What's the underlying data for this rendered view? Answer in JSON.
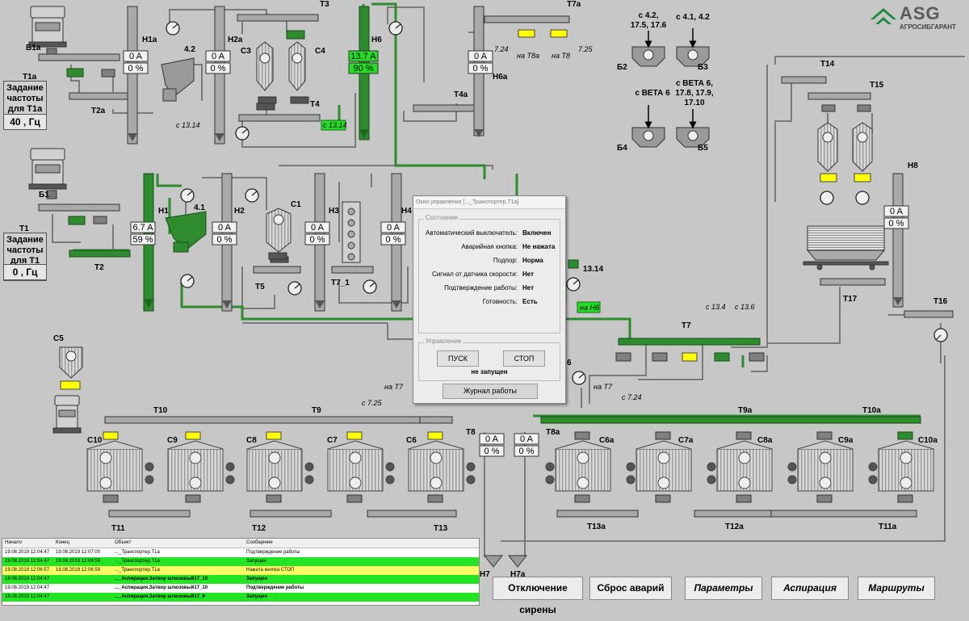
{
  "brand": {
    "name": "ASG",
    "sub": "АГРОСИБГАРАНТ"
  },
  "freq": [
    {
      "caption": "Задание частоты для Т1а",
      "value": "40 , Гц"
    },
    {
      "caption": "Задание частоты для Т1",
      "value": "0 , Гц"
    }
  ],
  "labels": {
    "b1a": "Б1а",
    "t1a": "Т1а",
    "t2a": "Т2а",
    "b1": "Б1",
    "t1": "Т1",
    "t2": "Т2",
    "h1a": "Н1а",
    "h2a": "Н2а",
    "c3": "С3",
    "c4": "С4",
    "t3": "Т3",
    "t4": "Т4",
    "h6": "Н6",
    "t7a": "Т7а",
    "t4a": "Т4а",
    "h6a": "Н6а",
    "n724": "7.24",
    "n725": "7.25",
    "naT8a": "на Т8а",
    "naT8": "на Т8",
    "h1": "Н1",
    "h2": "Н2",
    "c1": "С1",
    "h3": "Н3",
    "h4": "Н4",
    "t5": "Т5",
    "t71": "Т7_1",
    "b2": "Б2",
    "b3": "Б3",
    "b4": "Б4",
    "b5": "Б5",
    "src_b2": "с 4.2, 17.5, 17.6",
    "src_b3": "с 4.1, 4.2",
    "src_b4": "с ВЕТА 6",
    "src_b5": "с ВЕТА 6, 17.8, 17.9, 17.10",
    "n42": "4.2",
    "n41": "4.1",
    "n1314": "13.14",
    "s1314": "с 13.14",
    "s1314b": "с 13.14",
    "naH6": "на Н6",
    "t14": "Т14",
    "t15": "Т15",
    "h8": "Н8",
    "t17": "Т17",
    "t16": "Т16",
    "t7": "Т7",
    "s134": "с 13.4",
    "s136": "с 13.6",
    "c5": "С5",
    "t10": "Т10",
    "t9": "Т9",
    "t9a": "Т9а",
    "t10a": "Т10а",
    "t8": "Т8",
    "t8a": "Т8а",
    "s725": "с 7.25",
    "s724": "с 7.24",
    "naT7": "на Т7",
    "naT7b": "на Т7",
    "n6": "6",
    "c10": "С10",
    "c9": "С9",
    "c8": "С8",
    "c7": "С7",
    "c6": "С6",
    "c6a": "С6а",
    "c7a": "С7а",
    "c8a": "С8а",
    "c9a": "С9а",
    "c10a": "С10а",
    "t11": "Т11",
    "t12": "Т12",
    "t13": "Т13",
    "t13a": "Т13а",
    "t12a": "Т12а",
    "t11a": "Т11а",
    "h7": "Н7",
    "h7a": "Н7а"
  },
  "meters": {
    "h1a": {
      "a": "0 A",
      "p": "0 %"
    },
    "h2a": {
      "a": "0 A",
      "p": "0 %"
    },
    "h6": {
      "a": "13.7 A",
      "p": "90 %"
    },
    "h6a": {
      "a": "0 A",
      "p": "0 %"
    },
    "h1": {
      "a": "6.7 A",
      "p": "59 %"
    },
    "h2": {
      "a": "0 A",
      "p": "0 %"
    },
    "h3": {
      "a": "0 A",
      "p": "0 %"
    },
    "h4": {
      "a": "0 A",
      "p": "0 %"
    },
    "h8": {
      "a": "0 A",
      "p": "0 %"
    },
    "h7": {
      "a": "0 A",
      "p": "0 %"
    },
    "h7a": {
      "a": "0 A",
      "p": "0 %"
    }
  },
  "dialog": {
    "title": "Окно управления [..._Транспортер.Т1а]",
    "state_group": "Состояние",
    "rows": [
      {
        "k": "Автоматический выключатель:",
        "v": "Включен"
      },
      {
        "k": "Аварийная кнопка:",
        "v": "Не нажата"
      },
      {
        "k": "Подпор:",
        "v": "Норма"
      },
      {
        "k": "Сигнал от датчика скорости:",
        "v": "Нет"
      },
      {
        "k": "Подтверждение работы:",
        "v": "Нет"
      },
      {
        "k": "Готовность:",
        "v": "Есть"
      }
    ],
    "control_group": "Управление",
    "start": "ПУСК",
    "stop": "СТОП",
    "status": "не запущен",
    "journal": "Журнал работы"
  },
  "log": {
    "headers": [
      "Начало",
      "Конец",
      "Объект",
      "Сообщение"
    ],
    "rows": [
      {
        "c": "white",
        "cells": [
          "19.08.2019 12:04:47",
          "19.08.2019 12:07:00",
          "..._Транспортер.Т1а",
          "Подтверждение работы"
        ]
      },
      {
        "c": "green",
        "cells": [
          "19.08.2019 12:04:47",
          "19.08.2019 12:06:59",
          "..._Транспортер.Т1а",
          "Запущен"
        ]
      },
      {
        "c": "yellow",
        "cells": [
          "19.08.2019 12:06:57",
          "19.08.2019 12:06:59",
          "..._Транспортер.Т1а",
          "Нажата кнопка СТОП"
        ]
      },
      {
        "c": "green",
        "cells": [
          "19.08.2019 12:04:47",
          "",
          "..._Аспирация.Затвор шлюзовый17_10",
          "Запущен"
        ]
      },
      {
        "c": "white",
        "cells": [
          "19.08.2019 12:04:47",
          "",
          "..._Аспирация.Затвор шлюзовый17_10",
          "Подтверждение работы"
        ]
      },
      {
        "c": "green",
        "cells": [
          "19.08.2019 12:04:47",
          "",
          "..._Аспирация.Затвор шлюзовый17_9",
          "Запущен"
        ]
      }
    ]
  },
  "buttons": {
    "siren": "Отключение сирены",
    "reset": "Сброс аварий",
    "params": "Параметры",
    "aspir": "Аспирация",
    "routes": "Маршруты"
  },
  "colors": {
    "running": "#2e8b2e",
    "alarm_on": "#22dd22",
    "warn": "#ffff00",
    "idle": "#808080",
    "background": "#c7c7c7"
  }
}
